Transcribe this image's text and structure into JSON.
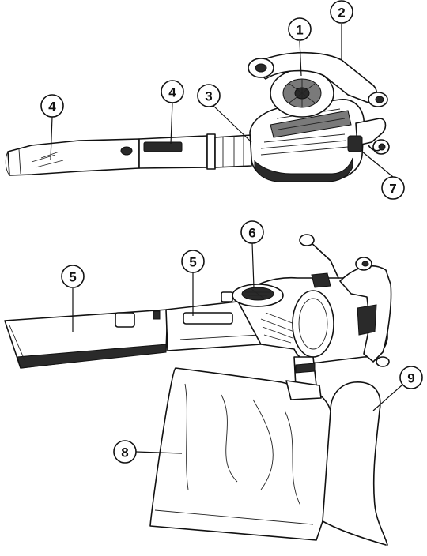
{
  "figure": {
    "callouts": [
      {
        "id": "c1",
        "label": "1"
      },
      {
        "id": "c2",
        "label": "2"
      },
      {
        "id": "c3",
        "label": "3"
      },
      {
        "id": "c4a",
        "label": "4"
      },
      {
        "id": "c4b",
        "label": "4"
      },
      {
        "id": "c5a",
        "label": "5"
      },
      {
        "id": "c5b",
        "label": "5"
      },
      {
        "id": "c6",
        "label": "6"
      },
      {
        "id": "c7",
        "label": "7"
      },
      {
        "id": "c8",
        "label": "8"
      },
      {
        "id": "c9",
        "label": "9"
      }
    ]
  }
}
